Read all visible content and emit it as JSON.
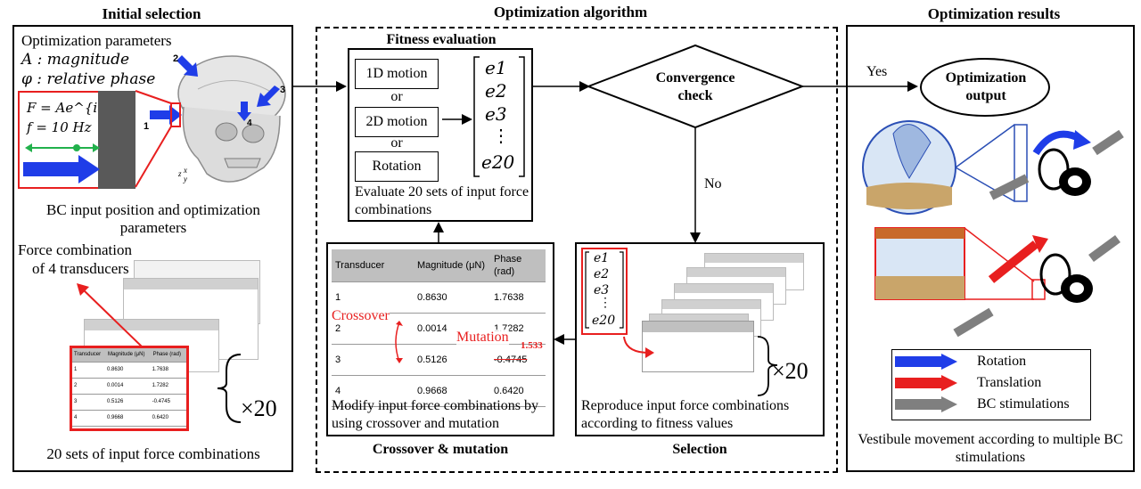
{
  "panels": {
    "initial_title": "Initial selection",
    "algorithm_title": "Optimization algorithm",
    "results_title": "Optimization results"
  },
  "initial": {
    "params_title": "Optimization parameters",
    "param_a": "A : magnitude",
    "param_phi": "φ : relative phase",
    "eq1": "F = Ae^{iφ}",
    "eq2": "f = 10 Hz",
    "bc_caption": "BC input position and optimization parameters",
    "force_combo_1": "Force combination",
    "force_combo_2": "of 4 transducers",
    "sets_caption": "20 sets of input force combinations",
    "times20": "×20",
    "transducer_labels": [
      "1",
      "2",
      "3",
      "4"
    ],
    "axis_labels": [
      "x",
      "y",
      "z"
    ]
  },
  "fitness": {
    "title": "Fitness evaluation",
    "motion1": "1D motion",
    "or1": "or",
    "motion2": "2D motion",
    "or2": "or",
    "motion3": "Rotation",
    "vector": [
      "e1",
      "e2",
      "e3",
      "⋮",
      "e20"
    ],
    "caption": "Evaluate 20 sets of input force combinations"
  },
  "convergence": {
    "label": "Convergence check",
    "yes": "Yes",
    "no": "No"
  },
  "output": {
    "label": "Optimization output"
  },
  "crossover": {
    "title": "Crossover & mutation",
    "headers": [
      "Transducer",
      "Magnitude (μN)",
      "Phase (rad)"
    ],
    "rows": [
      [
        "1",
        "0.8630",
        "1.7638"
      ],
      [
        "2",
        "0.0014",
        "1.7282"
      ],
      [
        "3",
        "0.5126",
        "-0.4745"
      ],
      [
        "4",
        "0.9668",
        "0.6420"
      ]
    ],
    "crossover_label": "Crossover",
    "mutation_label": "Mutation",
    "mutation_value": "1.533",
    "caption": "Modify input force combinations by using crossover and mutation"
  },
  "selection": {
    "title": "Selection",
    "vector": [
      "e1",
      "e2",
      "e3",
      "⋮",
      "e20"
    ],
    "times20": "×20",
    "caption": "Reproduce input force combinations according to fitness values"
  },
  "results": {
    "legend": [
      {
        "label": "Rotation",
        "color": "#1f3de8"
      },
      {
        "label": "Translation",
        "color": "#e81f1f"
      },
      {
        "label": "BC stimulations",
        "color": "#7f7f7f"
      }
    ],
    "caption": "Vestibule movement according to multiple BC stimulations"
  },
  "mini_table": {
    "headers": [
      "Transducer",
      "Magnitude (μN)",
      "Phase (rad)"
    ],
    "rows": [
      [
        "1",
        "0.8630",
        "1.7638"
      ],
      [
        "2",
        "0.0014",
        "1.7282"
      ],
      [
        "3",
        "0.5126",
        "-0.4745"
      ],
      [
        "4",
        "0.9668",
        "0.6420"
      ]
    ]
  }
}
